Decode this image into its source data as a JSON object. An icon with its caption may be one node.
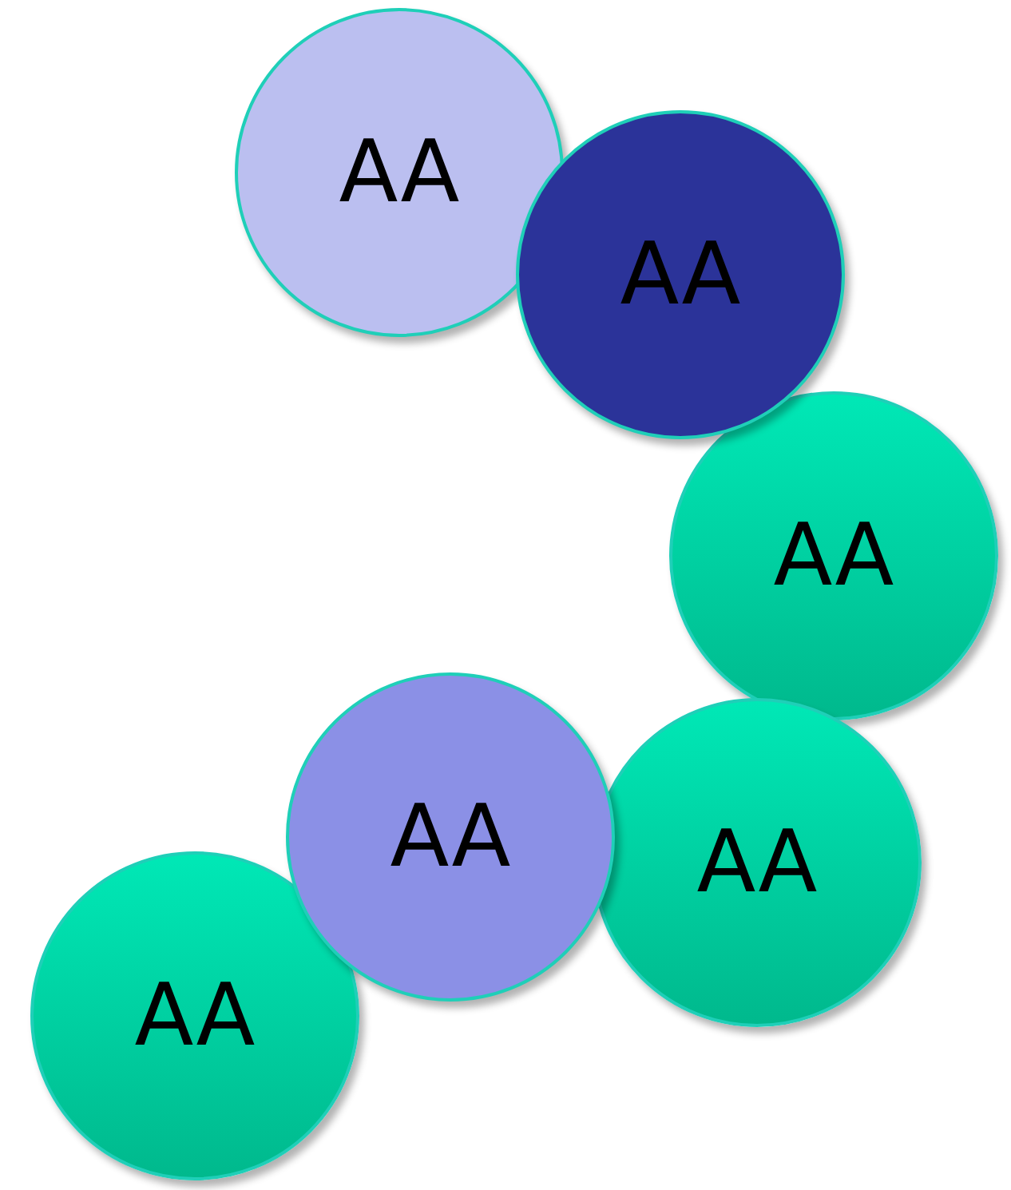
{
  "diagram": {
    "nodes": [
      {
        "text": [
          "AA"
        ]
      },
      {
        "text": [
          "AA"
        ]
      },
      {
        "text": [
          "AA"
        ]
      },
      {
        "text": [
          "AA"
        ]
      },
      {
        "text": [
          "AA"
        ]
      },
      {
        "text": [
          "AA"
        ]
      }
    ]
  }
}
